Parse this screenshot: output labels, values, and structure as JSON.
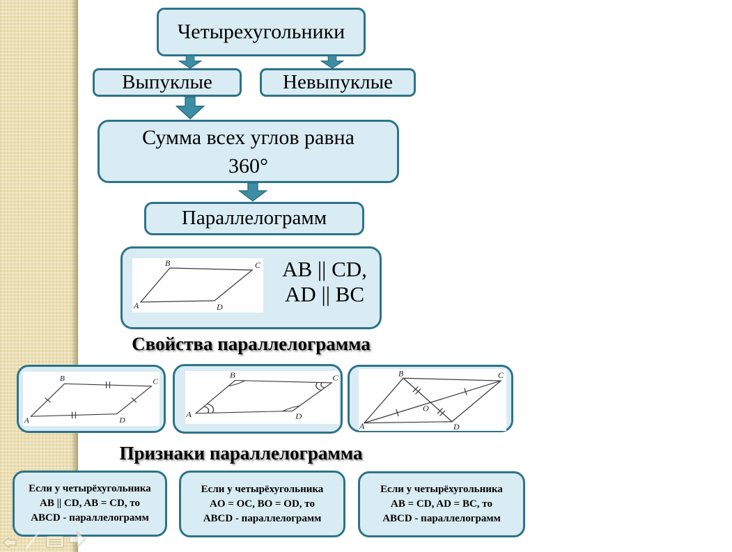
{
  "slide": {
    "title_box": "Четырехугольники",
    "convex_box": "Выпуклые",
    "nonconvex_box": "Невыпуклые",
    "sum_box": {
      "line1": "Сумма всех углов равна",
      "line2": "360°"
    },
    "parallelogram_box": "Параллелограмм",
    "definition": {
      "line1": "AB || CD,",
      "line2": "AD || BC",
      "fig": {
        "A": "A",
        "B": "B",
        "C": "C",
        "D": "D"
      }
    },
    "properties": {
      "heading": "Свойства параллелограмма",
      "fig_equal_sides": {
        "A": "A",
        "B": "B",
        "C": "C",
        "D": "D"
      },
      "fig_equal_angles": {
        "A": "A",
        "B": "B",
        "C": "C",
        "D": "D"
      },
      "fig_diagonals": {
        "A": "A",
        "B": "B",
        "C": "C",
        "D": "D",
        "O": "O"
      }
    },
    "criteria": {
      "heading": "Признаки параллелограмма",
      "boxes": [
        {
          "line1": "Если у четырёхугольника",
          "line2": "AB || CD, AB = CD, то",
          "line3": "ABCD -  параллелограмм"
        },
        {
          "line1": "Если у четырёхугольника",
          "line2": "AO = OC, BO = OD, то",
          "line3": "ABCD -  параллелограмм"
        },
        {
          "line1": "Если у четырёхугольника",
          "line2": "AB = CD, AD = BC, то",
          "line3": "ABCD -  параллелограмм"
        }
      ]
    },
    "nav_icons": [
      "back-arrow",
      "slash",
      "list",
      "forward-arrow"
    ]
  },
  "colors": {
    "box_fill": "#d9ecf3",
    "box_border": "#2d7389",
    "arrow_fill": "#3f8da5",
    "arrow_outline": "#2b7083",
    "sidebar": "#ecdfb1",
    "background": "#ffffff",
    "text": "#000000"
  }
}
